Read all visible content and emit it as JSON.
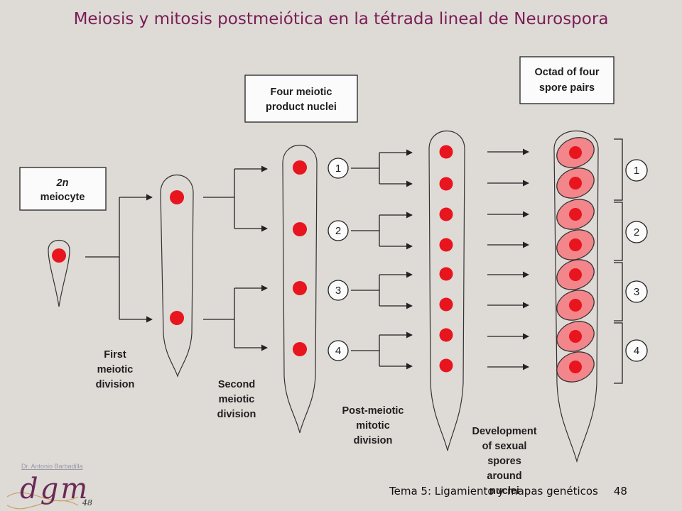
{
  "title": "Meiosis y mitosis postmeiótica en la tétrada lineal de Neurospora",
  "boxes": {
    "meiocyte": [
      "2n",
      "meiocyte"
    ],
    "four_nuclei": [
      "Four meiotic",
      "product nuclei"
    ],
    "octad": [
      "Octad of four",
      "spore pairs"
    ]
  },
  "steps": {
    "first": [
      "First",
      "meiotic",
      "division"
    ],
    "second": [
      "Second",
      "meiotic",
      "division"
    ],
    "postmeiotic": [
      "Post-meiotic",
      "mitotic",
      "division"
    ],
    "development": [
      "Development",
      "of sexual",
      "spores",
      "around",
      "nuclei"
    ]
  },
  "product_numbers": [
    "1",
    "2",
    "3",
    "4"
  ],
  "pair_numbers": [
    "1",
    "2",
    "3",
    "4"
  ],
  "colors": {
    "nucleus": "#e8141e",
    "spore_fill": "#f3868b",
    "title": "#7a1d55"
  },
  "footer": {
    "author": "Dr. Antonio Barbadilla",
    "logo": "dgm",
    "logo_number": "48",
    "text": "Tema 5: Ligamiento y mapas genéticos",
    "page": "48"
  }
}
